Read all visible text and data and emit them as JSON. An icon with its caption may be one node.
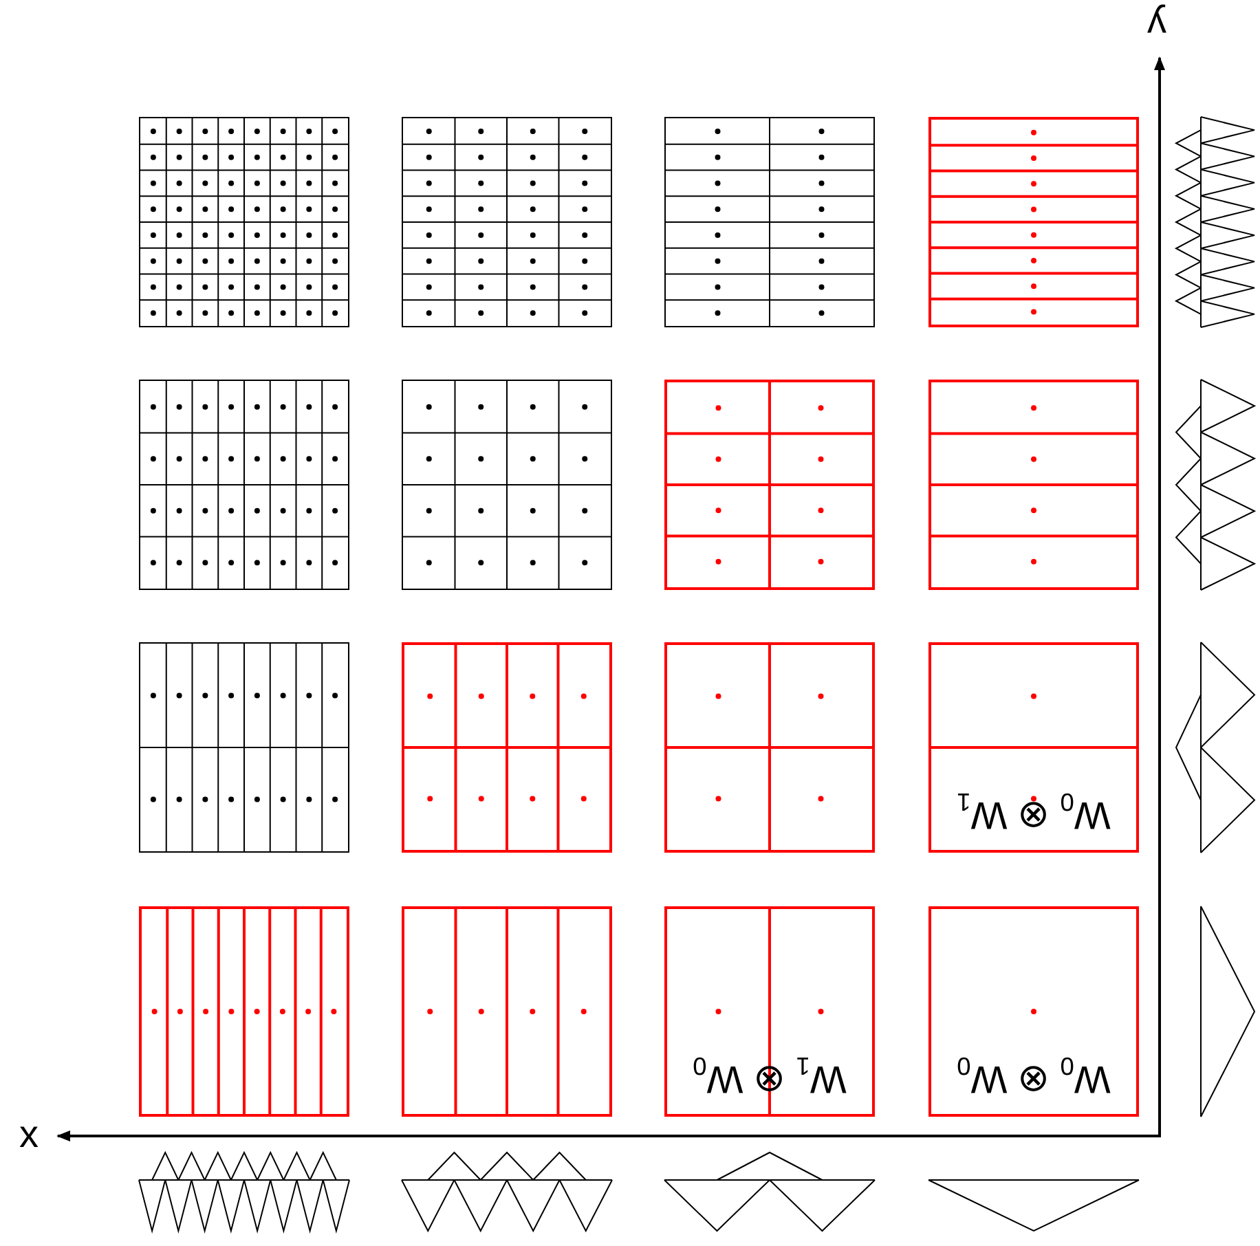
{
  "diagram": {
    "nodes": [
      {
        "text": [],
        "shape": "box"
      },
      {
        "text": [],
        "shape": "box"
      },
      {
        "text": [],
        "shape": "box"
      },
      {
        "text": [],
        "shape": "box"
      },
      {
        "text": [],
        "shape": "box"
      },
      {
        "text": [],
        "shape": "box"
      },
      {
        "text": [],
        "shape": "box"
      },
      {
        "text": [],
        "shape": "box"
      },
      {
        "text": [],
        "shape": "box"
      },
      {
        "text": [],
        "shape": "box"
      },
      {
        "text": [],
        "shape": "box"
      },
      {
        "text": [
          "W$_{0}$ ⊗ W$_{1}$"
        ]
      },
      {
        "text": [],
        "shape": "box"
      },
      {
        "text": [],
        "shape": "box"
      },
      {
        "text": [
          "W$_{1}$ ⊗ W$_{0}$"
        ]
      },
      {
        "text": [
          "W$_{0}$ ⊗ W$_{0}$"
        ]
      }
    ],
    "labels": [
      "y",
      "x"
    ]
  }
}
